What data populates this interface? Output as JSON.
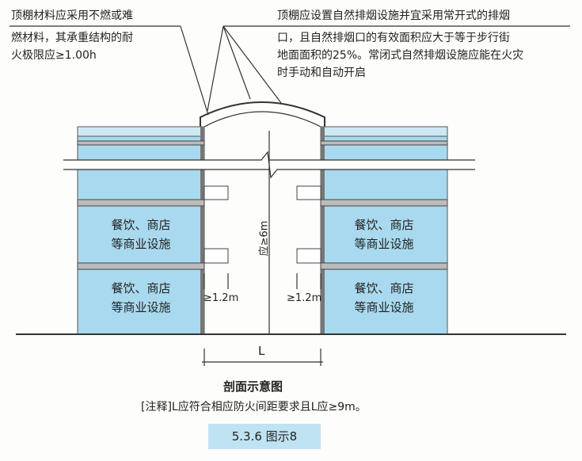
{
  "annotations": {
    "left": [
      "顶棚材料应采用不燃或难",
      "燃材料，其承重结构的耐",
      "火极限应≥1.00h"
    ],
    "right": [
      "顶棚应设置自然排烟设施并宜采用常开式的排烟",
      "口，且自然排烟口的有效面积应大于等于步行街",
      "地面面积的25%。常闭式自然排烟设施应能在火灾",
      "时手动和自动开启"
    ]
  },
  "rooms": {
    "line1": "餐饮、商店",
    "line2": "等商业设施"
  },
  "dims": {
    "height": "应≥6m",
    "cantilever": "≥1.2m",
    "width": "L"
  },
  "title": "剖面示意图",
  "note": "[注释]L应符合相应防火间距要求且L应≥9m。",
  "caption": "5.3.6 图示8",
  "colors": {
    "glass": "#a9d9ee",
    "line": "#333333"
  }
}
